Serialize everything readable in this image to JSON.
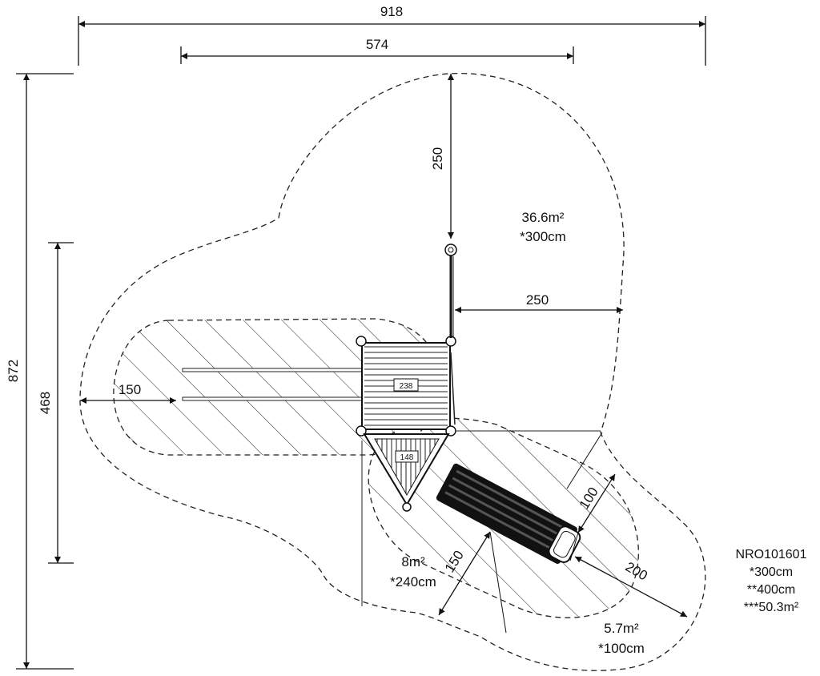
{
  "dimensions": {
    "overall_width": "918",
    "inner_width": "574",
    "overall_height": "872",
    "inner_height": "468",
    "top_clearance": "250",
    "right_clearance": "250",
    "left_clearance": "150",
    "slide_width": "100",
    "slide_clearance": "150",
    "slide_exit": "200"
  },
  "areas": {
    "main_area": "36.6m²",
    "main_height": "*300cm",
    "lower_area": "8m²",
    "lower_height": "*240cm",
    "slide_area": "5.7m²",
    "slide_height": "*100cm"
  },
  "platforms": {
    "deck_height": "238",
    "ramp_height": "148"
  },
  "info": {
    "product_code": "NRO101601",
    "fall_height": "*300cm",
    "free_height": "**400cm",
    "total_area": "***50.3m²"
  }
}
